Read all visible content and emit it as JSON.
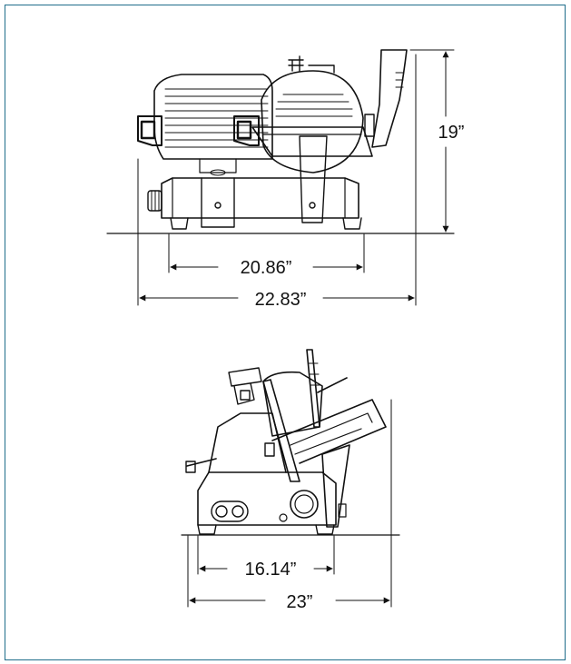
{
  "top_view": {
    "length_base": "20.86”",
    "length_total": "22.83”",
    "height": "19”"
  },
  "bottom_view": {
    "width_base": "16.14”",
    "width_total": "23”"
  },
  "colors": {
    "frame_border": "#1f6d8a",
    "line": "#111111"
  }
}
